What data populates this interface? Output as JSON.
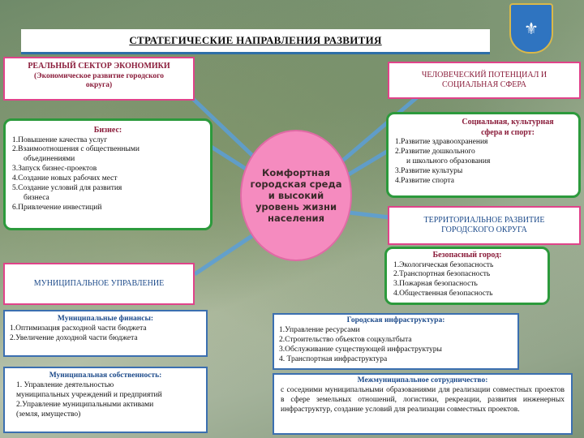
{
  "title": "СТРАТЕГИЧЕСКИЕ НАПРАВЛЕНИЯ РАЗВИТИЯ",
  "center": "Комфортная городская среда и высокий уровень жизни населения",
  "real_sector": {
    "title": "РЕАЛЬНЫЙ СЕКТОР ЭКОНОМИКИ",
    "subtitle": "(Экономическое развитие городского округа)"
  },
  "business": {
    "title": "Бизнес:",
    "items": [
      "1.Повышение качества услуг",
      "2.Взаимоотношения с общественными",
      "объединениями",
      "3.Запуск бизнес-проектов",
      "4.Создание новых рабочих мест",
      "5.Создание условий для развития",
      "бизнеса",
      "6.Привлечение инвестиций"
    ]
  },
  "municipal": {
    "title": "МУНИЦИПАЛЬНОЕ УПРАВЛЕНИЕ"
  },
  "finance": {
    "title": "Муниципальные финансы:",
    "items": [
      "1.Оптимизация расходной части бюджета",
      "2.Увеличение доходной части бюджета"
    ]
  },
  "property": {
    "title": "Муниципальная собственность:",
    "items": [
      "1. Управление деятельностью",
      "муниципальных учреждений и предприятий",
      "2.Управление муниципальными активами",
      "(земля, имущество)"
    ]
  },
  "human": {
    "title": "ЧЕЛОВЕЧЕСКИЙ ПОТЕНЦИАЛ И СОЦИАЛЬНАЯ СФЕРА"
  },
  "social": {
    "title_line1": "Социальная, культурная",
    "title_line2": "сфера и спорт:",
    "items": [
      "1.Развитие здравоохранения",
      "2.Развитие дошкольного",
      "и школьного образования",
      "3.Развитие культуры",
      "4.Развитие спорта"
    ]
  },
  "territorial": {
    "title": "ТЕРРИТОРИАЛЬНОЕ РАЗВИТИЕ ГОРОДСКОГО ОКРУГА"
  },
  "safe_city": {
    "title": "Безопасный город:",
    "items": [
      "1.Экологическая безопасность",
      "2.Транспортная безопасность",
      "3.Пожарная безопасность",
      "4.Общественная безопасность"
    ]
  },
  "infrastructure": {
    "title": "Городская инфраструктура:",
    "items": [
      "1.Управление ресурсами",
      "2.Строительство объектов соцкультбыта",
      "3.Обслуживание существующей инфраструктуры",
      "4. Транспортная инфраструктура"
    ]
  },
  "cooperation": {
    "title": "Межмуниципальное сотрудничество:",
    "text": "с соседними муниципальными образованиями для реализации совместных проектов в сфере земельных отношений, логистики, рекреации, развития инженерных инфраструктур, создание условий для реализации совместных проектов."
  }
}
